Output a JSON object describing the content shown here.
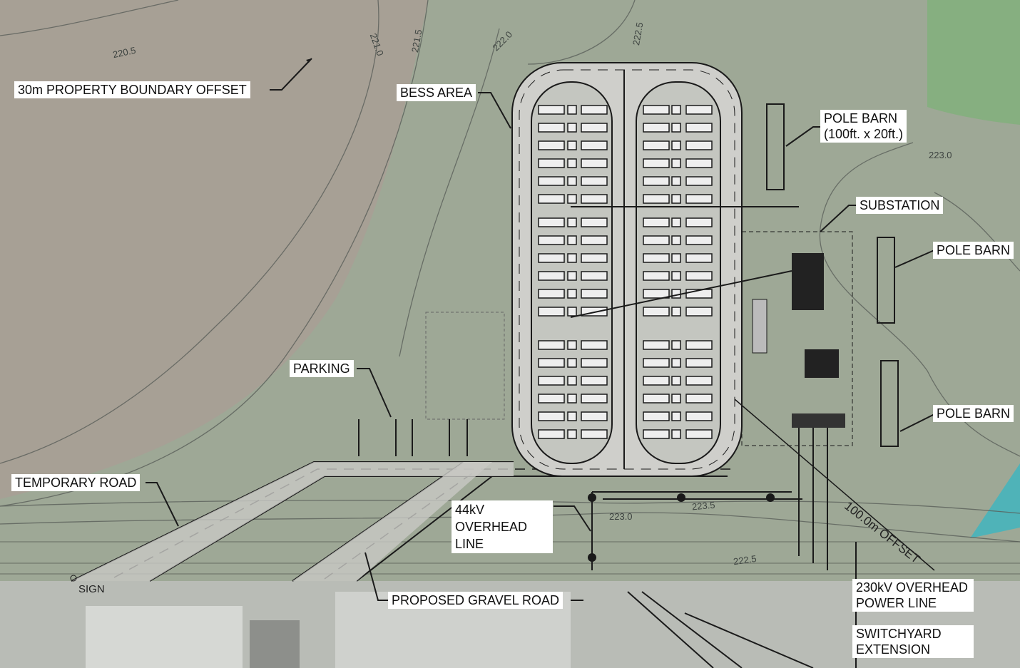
{
  "labels": {
    "property_offset": "30m PROPERTY BOUNDARY OFFSET",
    "bess_area": "BESS AREA",
    "pole_barn_1_line1": "POLE BARN",
    "pole_barn_1_line2": "(100ft. x 20ft.)",
    "substation": "SUBSTATION",
    "pole_barn_2": "POLE BARN",
    "pole_barn_3": "POLE BARN",
    "parking": "PARKING",
    "temporary_road": "TEMPORARY ROAD",
    "overhead_44kv_line1": "44kV",
    "overhead_44kv_line2": "OVERHEAD",
    "overhead_44kv_line3": "LINE",
    "sign": "SIGN",
    "gravel_road": "PROPOSED GRAVEL ROAD",
    "overhead_230kv_line1": "230kV OVERHEAD",
    "overhead_230kv_line2": "POWER LINE",
    "switchyard_line1": "SWITCHYARD",
    "switchyard_line2": "EXTENSION",
    "offset_100m": "100.0m OFFSET"
  },
  "contours": [
    "220.5",
    "221.0",
    "221.5",
    "222.0",
    "222.5",
    "223.0",
    "223.0",
    "223.5",
    "222.5"
  ],
  "colors": {
    "field": "#a7a095",
    "grass": "#9ea896",
    "trees": "#7fb07a",
    "water": "#4fb3b8",
    "road": "#c8c8c4",
    "linework": "#1a1a1a"
  }
}
